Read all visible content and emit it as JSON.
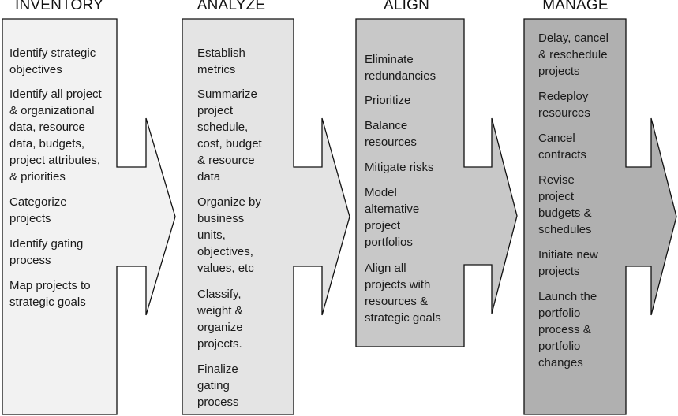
{
  "diagram": {
    "stages": [
      {
        "title": "INVENTORY",
        "fill": "#f2f2f2",
        "items": [
          "Identify strategic\nobjectives",
          "Identify all project\n& organizational\ndata, resource\ndata, budgets,\nproject attributes,\n& priorities",
          "Categorize\nprojects",
          "Identify gating\nprocess",
          "Map projects to\nstrategic goals"
        ]
      },
      {
        "title": "ANALYZE",
        "fill": "#e4e4e4",
        "items": [
          "Establish\nmetrics",
          "Summarize\nproject\nschedule,\ncost, budget\n& resource\ndata",
          "Organize by\nbusiness\nunits,\nobjectives,\nvalues, etc",
          "Classify,\nweight &\norganize\nprojects.",
          "Finalize\ngating\nprocess"
        ]
      },
      {
        "title": "ALIGN",
        "fill": "#c8c8c8",
        "items": [
          "Eliminate\nredundancies",
          "Prioritize",
          "Balance\nresources",
          "Mitigate risks",
          "Model\nalternative\nproject\nportfolios",
          "Align all\nprojects with\nresources &\nstrategic goals"
        ]
      },
      {
        "title": "MANAGE",
        "fill": "#b0b0b0",
        "items": [
          "Delay, cancel\n& reschedule\nprojects",
          "Redeploy\nresources",
          "Cancel\ncontracts",
          "Revise\nproject\nbudgets &\nschedules",
          "Initiate new\nprojects",
          "Launch the\nportfolio\nprocess &\nportfolio\nchanges"
        ]
      }
    ]
  }
}
